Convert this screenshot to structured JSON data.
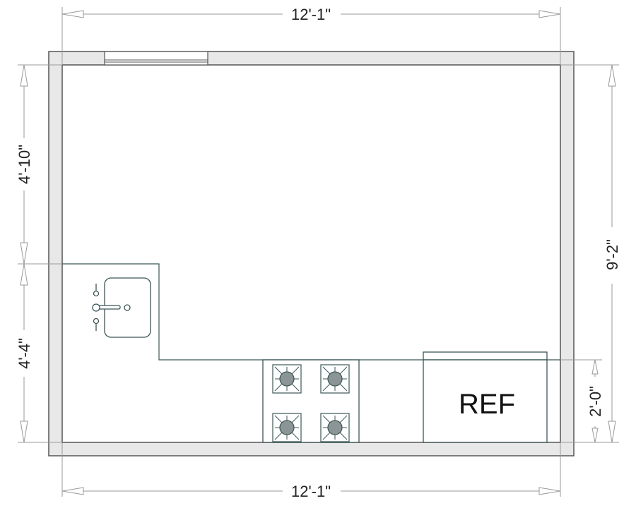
{
  "dimensions": {
    "top_width": "12'-1\"",
    "bottom_width": "12'-1\"",
    "left_upper": "4'-10\"",
    "left_lower": "4'-4\"",
    "right_total": "9'-2\"",
    "right_counter": "2'-0\""
  },
  "fixtures": {
    "refrigerator_label": "REF",
    "sink": "sink",
    "cooktop_burners": 4
  },
  "colors": {
    "wall_fill": "#e8e8e8",
    "wall_stroke": "#555555",
    "fixture_stroke": "#3b5656",
    "burner_fill": "#8c9595",
    "dimension_line": "#9a9a9a"
  }
}
